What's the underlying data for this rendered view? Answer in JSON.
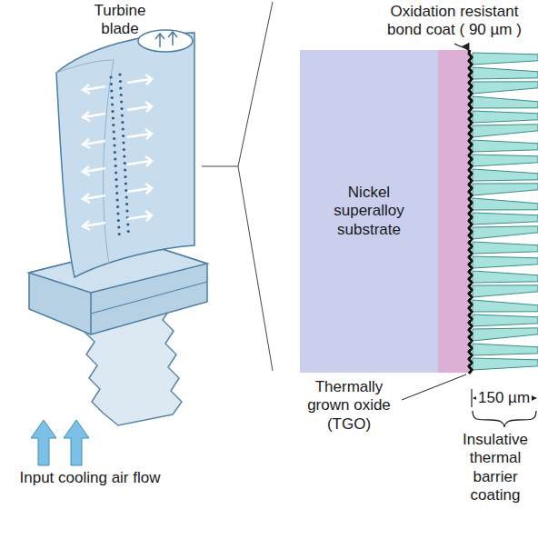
{
  "diagram": {
    "nodes": [
      {
        "text": [
          "Nickel superalloy substrate"
        ]
      }
    ],
    "labels": [
      "Turbine blade",
      "Oxidation resistant bond coat ( 90 µm )",
      "Thermally grown oxide (TGO)",
      "150 µm",
      "Insulative thermal barrier coating",
      "Input cooling air flow"
    ]
  }
}
